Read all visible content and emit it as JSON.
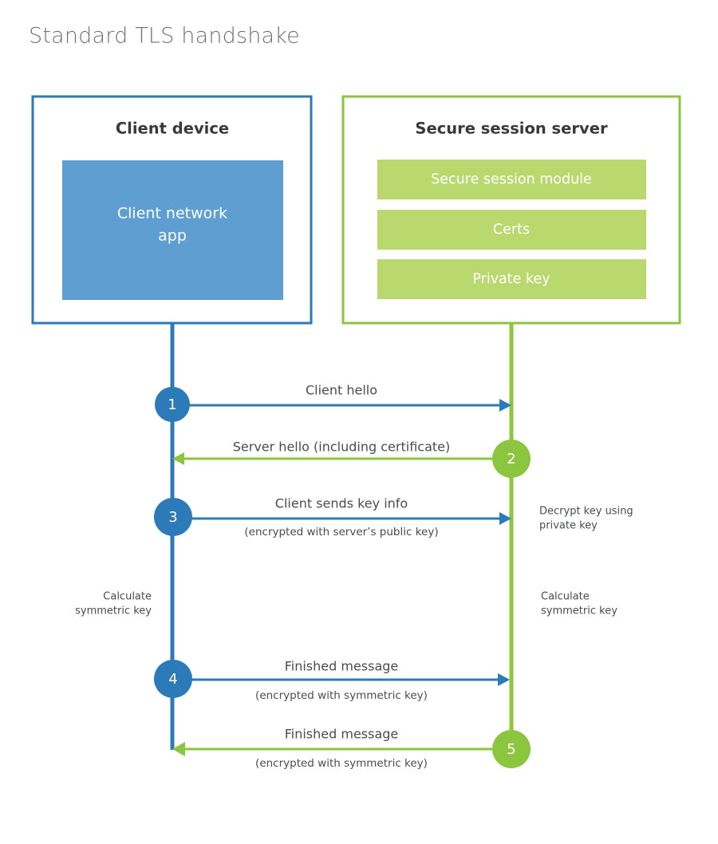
{
  "page": {
    "title": "Standard TLS handshake",
    "background": "#ffffff"
  },
  "colors": {
    "client_blue": "#2c7ab8",
    "client_blue_fill": "#5f9ed1",
    "server_green": "#8cc63f",
    "server_green_fill": "#b9d96f",
    "text_dark": "#37393b",
    "text_body": "#4a4c4e",
    "title_gray": "#6f7072",
    "white": "#ffffff"
  },
  "client_panel": {
    "title": "Client device",
    "inner_box": {
      "label_line1": "Client network",
      "label_line2": "app"
    }
  },
  "server_panel": {
    "title": "Secure session server",
    "items": [
      {
        "label": "Secure session module"
      },
      {
        "label": "Certs"
      },
      {
        "label": "Private key"
      }
    ]
  },
  "steps": [
    {
      "number": "1",
      "label": "Client hello",
      "sublabel": "",
      "direction": "client-to-server",
      "actor": "client"
    },
    {
      "number": "2",
      "label": "Server hello (including certificate)",
      "sublabel": "",
      "direction": "server-to-client",
      "actor": "server"
    },
    {
      "number": "3",
      "label": "Client sends key info",
      "sublabel": "(encrypted with server’s public key)",
      "direction": "client-to-server",
      "actor": "client"
    },
    {
      "number": "4",
      "label": "Finished message",
      "sublabel": "(encrypted with symmetric key)",
      "direction": "client-to-server",
      "actor": "client"
    },
    {
      "number": "5",
      "label": "Finished message",
      "sublabel": "(encrypted with symmetric key)",
      "direction": "server-to-client",
      "actor": "server"
    }
  ],
  "notes": {
    "decrypt": {
      "line1": "Decrypt key using",
      "line2": "private key"
    },
    "client_calculate": {
      "line1": "Calculate",
      "line2": "symmetric key"
    },
    "server_calculate": {
      "line1": "Calculate",
      "line2": "symmetric key"
    }
  }
}
